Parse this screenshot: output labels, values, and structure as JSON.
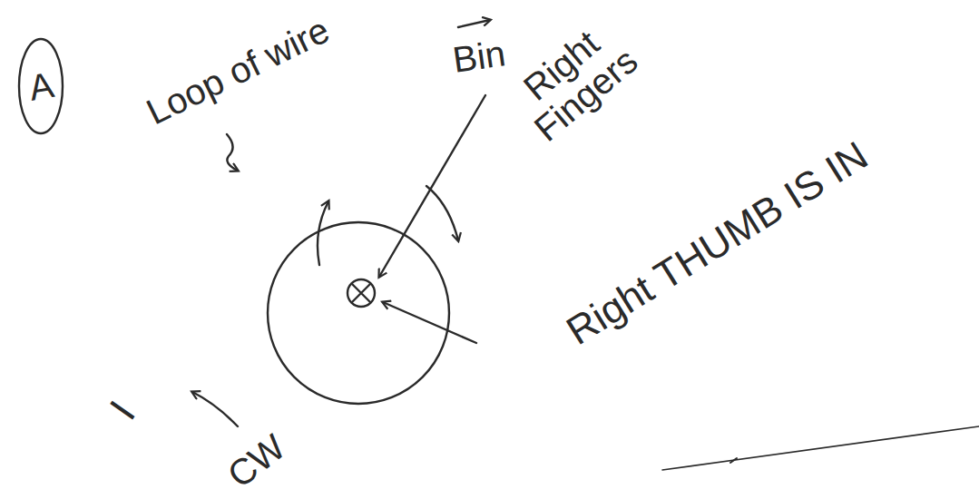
{
  "diagram": {
    "labels": [
      "A",
      "Loop of wire",
      "Bin",
      "Right Fingers",
      "Right THUMB IS IN",
      "I",
      "CW"
    ]
  }
}
